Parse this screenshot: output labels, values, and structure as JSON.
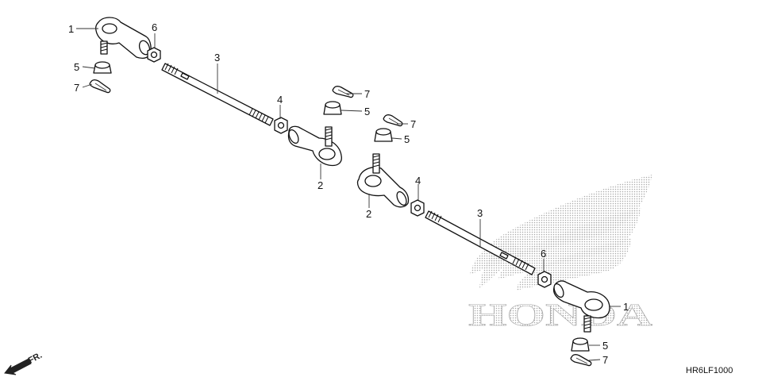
{
  "labels": {
    "left_tie_rod_end": "1",
    "left_jam_nut": "6",
    "left_castle_nut": "5",
    "left_cotter_pin": "7",
    "left_rod": "3",
    "mid_left_lock_nut": "4",
    "mid_left_cotter_pin": "7",
    "mid_left_castle_nut": "5",
    "mid_left_ball_joint": "2",
    "mid_right_cotter_pin": "7",
    "mid_right_castle_nut": "5",
    "mid_right_ball_joint": "2",
    "mid_right_lock_nut": "4",
    "right_rod": "3",
    "right_jam_nut": "6",
    "right_tie_rod_end": "1",
    "right_castle_nut": "5",
    "right_cotter_pin": "7"
  },
  "watermark": "HONDA",
  "direction_marker": "FR.",
  "diagram_code": "HR6LF1000",
  "colors": {
    "ink": "#111111",
    "watermark": "#9a9a9a",
    "background": "#ffffff"
  }
}
